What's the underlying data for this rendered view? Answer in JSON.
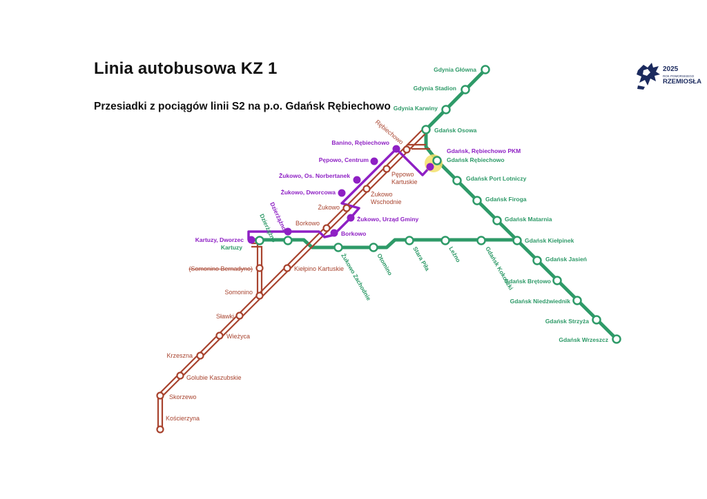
{
  "title": "Linia autobusowa KZ 1",
  "subtitle": "Przesiadki z pociągów linii S2 na p.o. Gdańsk Rębiechowo",
  "logo": {
    "year": "2025",
    "small_text": "ROK POMORSKIEGO",
    "name": "RZEMIOSŁA"
  },
  "colors": {
    "rail_green": "#2e9a68",
    "rail_red": "#a8432e",
    "bus_purple": "#8e20c4",
    "highlight": "#f3e06a"
  },
  "lines": {
    "green_north": [
      "Gdynia Główna",
      "Gdynia Stadion",
      "Gdynia Karwiny",
      "Gdańsk Osowa",
      "Gdańsk Rębiechowo",
      "Gdańsk Port Lotniczy",
      "Gdańsk Firoga",
      "Gdańsk Matarnia",
      "Gdańsk Kiełpinek",
      "Gdańsk Jasień",
      "Gdańsk Brętowo",
      "Gdańsk Niedźwiednik",
      "Gdańsk Strzyża",
      "Gdańsk Wrzeszcz"
    ],
    "green_west": [
      "Kartuzy",
      "Dzierżążno",
      "Żukowo Zachodnie",
      "Otomino",
      "Stara Piła",
      "Leźno",
      "Gdańsk Kokoszki",
      "Gdańsk Kiełpinek"
    ],
    "red": [
      "Rębiechowo",
      "Pępowo Kartuskie",
      "Żukowo Wschodnie",
      "Żukowo",
      "Borkowo",
      "Kiełpino Kartuskie",
      "Somonino",
      "Sławki",
      "Wieżyca",
      "Krzeszna",
      "Golubie Kaszubskie",
      "Skorzewo",
      "Kościerzyna"
    ],
    "red_branch": [
      "Kartuzy",
      "(Somonino Bernadyno)",
      "Somonino"
    ],
    "bus_kz1": [
      "Gdańsk, Rębiechowo PKM",
      "Banino, Rębiechowo",
      "Pępowo, Centrum",
      "Żukowo, Os. Norbertanek",
      "Żukowo, Dworcowa",
      "Żukowo, Urząd Gminy",
      "Borkowo",
      "Dzierżążno",
      "Kartuzy, Dworzec"
    ]
  },
  "stations": [
    {
      "id": "gdynia-glowna",
      "label": "Gdynia Główna",
      "line": "green"
    },
    {
      "id": "gdynia-stadion",
      "label": "Gdynia Stadion",
      "line": "green"
    },
    {
      "id": "gdynia-karwiny",
      "label": "Gdynia Karwiny",
      "line": "green"
    },
    {
      "id": "gdansk-osowa",
      "label": "Gdańsk Osowa",
      "line": "green"
    },
    {
      "id": "gdansk-rebiechowo",
      "label": "Gdańsk Rębiechowo",
      "line": "green"
    },
    {
      "id": "gdansk-port-lotniczy",
      "label": "Gdańsk Port Lotniczy",
      "line": "green"
    },
    {
      "id": "gdansk-firoga",
      "label": "Gdańsk Firoga",
      "line": "green"
    },
    {
      "id": "gdansk-matarnia",
      "label": "Gdańsk Matarnia",
      "line": "green"
    },
    {
      "id": "gdansk-kielpinek",
      "label": "Gdańsk Kiełpinek",
      "line": "green"
    },
    {
      "id": "gdansk-jasien",
      "label": "Gdańsk Jasień",
      "line": "green"
    },
    {
      "id": "gdansk-bretowo",
      "label": "Gdańsk Brętowo",
      "line": "green"
    },
    {
      "id": "gdansk-niedzwiednik",
      "label": "Gdańsk Niedźwiednik",
      "line": "green"
    },
    {
      "id": "gdansk-strzyza",
      "label": "Gdańsk Strzyża",
      "line": "green"
    },
    {
      "id": "gdansk-wrzeszcz",
      "label": "Gdańsk Wrzeszcz",
      "line": "green"
    },
    {
      "id": "kartuzy",
      "label": "Kartuzy",
      "line": "green"
    },
    {
      "id": "dzierzazno-rail",
      "label": "Dzierżążno",
      "line": "green"
    },
    {
      "id": "zukowo-zachodnie",
      "label": "Żukowo Zachodnie",
      "line": "green"
    },
    {
      "id": "otomino",
      "label": "Otomino",
      "line": "green"
    },
    {
      "id": "stara-pila",
      "label": "Stara Piła",
      "line": "green"
    },
    {
      "id": "lezno",
      "label": "Leźno",
      "line": "green"
    },
    {
      "id": "gdansk-kokoszki",
      "label": "Gdańsk Kokoszki",
      "line": "green"
    },
    {
      "id": "rebiechowo-red",
      "label": "Rębiechowo",
      "line": "red"
    },
    {
      "id": "pepowo-kartuskie",
      "label": "Pępowo Kartuskie",
      "line": "red"
    },
    {
      "id": "zukowo-wschodnie",
      "label": "Żukowo Wschodnie",
      "line": "red"
    },
    {
      "id": "zukowo",
      "label": "Żukowo",
      "line": "red"
    },
    {
      "id": "borkowo-red",
      "label": "Borkowo",
      "line": "red"
    },
    {
      "id": "kielpino-kartuskie",
      "label": "Kiełpino Kartuskie",
      "line": "red"
    },
    {
      "id": "somonino-bernadyno",
      "label": "(Somonino Bernadyno)",
      "line": "red"
    },
    {
      "id": "somonino",
      "label": "Somonino",
      "line": "red"
    },
    {
      "id": "slawki",
      "label": "Sławki",
      "line": "red"
    },
    {
      "id": "wiezyca",
      "label": "Wieżyca",
      "line": "red"
    },
    {
      "id": "krzeszna",
      "label": "Krzeszna",
      "line": "red"
    },
    {
      "id": "golubie-kaszubskie",
      "label": "Golubie Kaszubskie",
      "line": "red"
    },
    {
      "id": "skorzewo",
      "label": "Skorzewo",
      "line": "red"
    },
    {
      "id": "koscierzyna",
      "label": "Kościerzyna",
      "line": "red"
    },
    {
      "id": "bus-rebiechowo-pkm",
      "label": "Gdańsk, Rębiechowo PKM",
      "line": "purple"
    },
    {
      "id": "bus-banino",
      "label": "Banino, Rębiechowo",
      "line": "purple"
    },
    {
      "id": "bus-pepowo",
      "label": "Pępowo, Centrum",
      "line": "purple"
    },
    {
      "id": "bus-norbertanek",
      "label": "Żukowo, Os. Norbertanek",
      "line": "purple"
    },
    {
      "id": "bus-dworcowa",
      "label": "Żukowo, Dworcowa",
      "line": "purple"
    },
    {
      "id": "bus-urzad-gminy",
      "label": "Żukowo, Urząd Gminy",
      "line": "purple"
    },
    {
      "id": "bus-borkowo",
      "label": "Borkowo",
      "line": "purple"
    },
    {
      "id": "bus-dzierzazno",
      "label": "Dzierżążno",
      "line": "purple"
    },
    {
      "id": "bus-kartuzy",
      "label": "Kartuzy, Dworzec",
      "line": "purple"
    }
  ]
}
